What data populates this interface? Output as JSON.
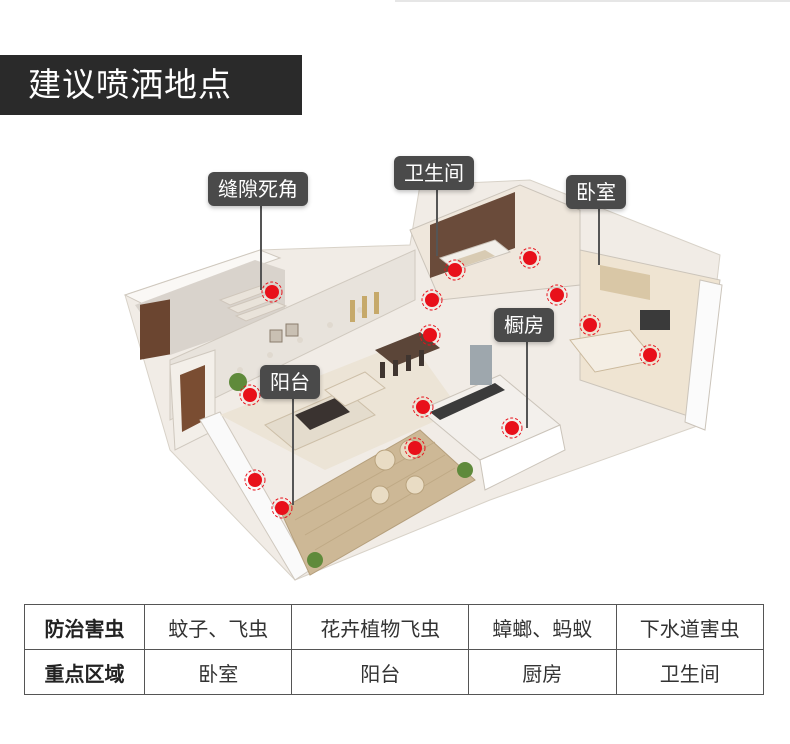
{
  "title": "建议喷洒地点",
  "labels": {
    "corner": "缝隙死角",
    "bathroom": "卫生间",
    "bedroom": "卧室",
    "kitchen": "橱房",
    "balcony": "阳台"
  },
  "table": {
    "rows": [
      {
        "header": "防治害虫",
        "cells": [
          "蚊子、飞虫",
          "花卉植物飞虫",
          "蟑螂、蚂蚁",
          "下水道害虫"
        ]
      },
      {
        "header": "重点区域",
        "cells": [
          "卧室",
          "阳台",
          "厨房",
          "卫生间"
        ]
      }
    ]
  },
  "colors": {
    "banner": "#2a2a2a",
    "label": "#4a4a4a",
    "spray_dot": "#e8101a"
  }
}
